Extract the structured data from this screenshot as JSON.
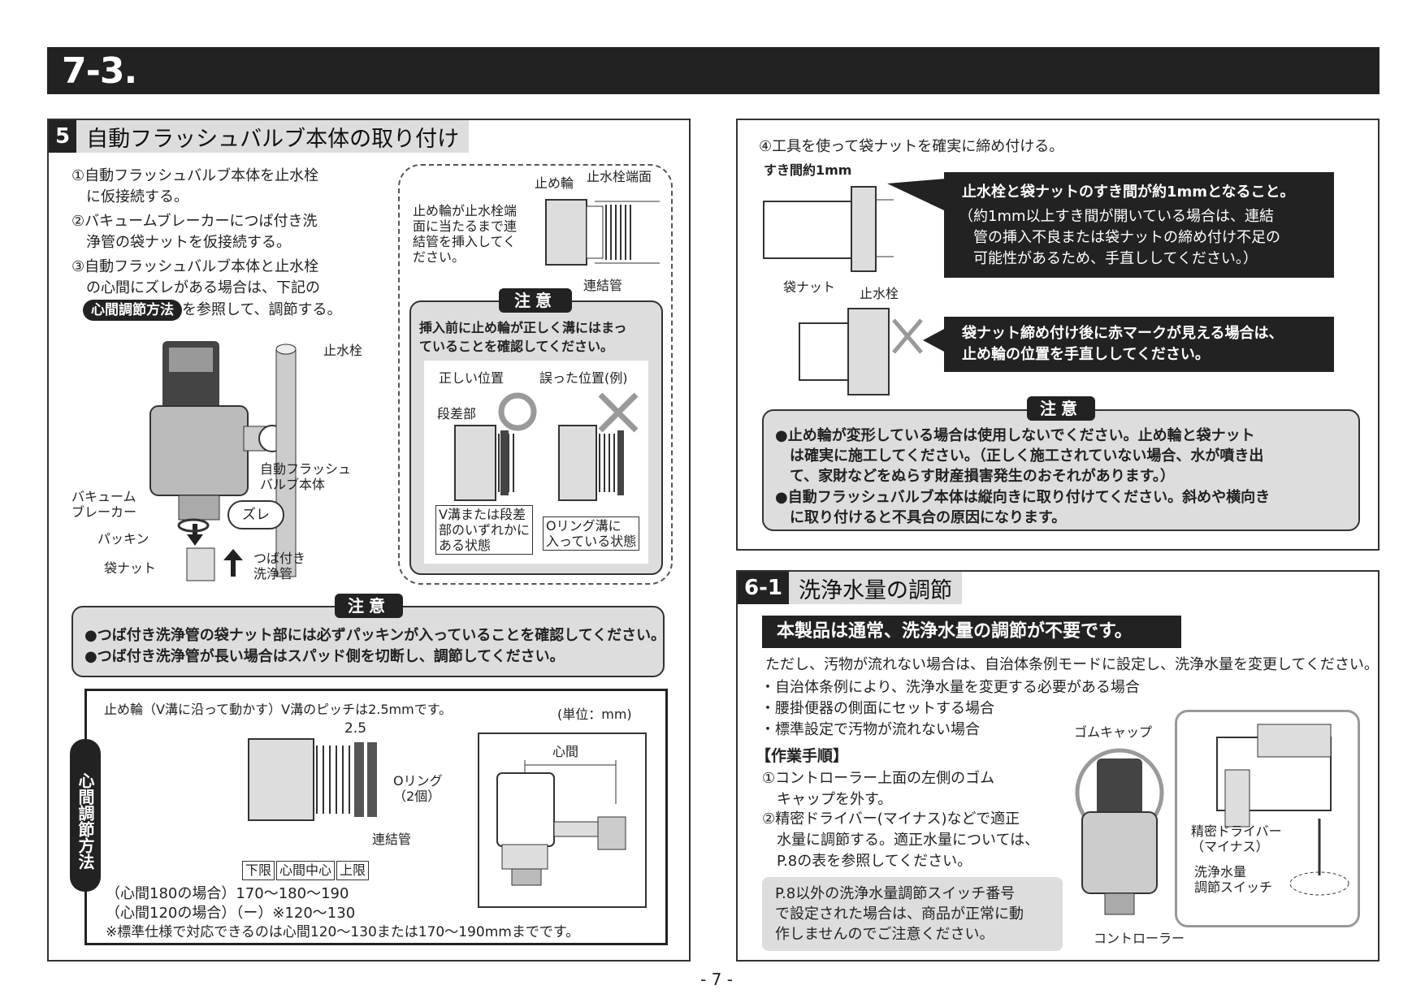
{
  "header": {
    "section": "7-3."
  },
  "left": {
    "title_num": "5",
    "title": "自動フラッシュバルブ本体の取り付け",
    "steps": [
      "①自動フラッシュバルブ本体を止水栓\n　に仮接続する。",
      "②バキュームブレーカーにつば付き洗\n　浄管の袋ナットを仮接続する。",
      "③自動フラッシュバルブ本体と止水栓\n　の心間にズレがある場合は、下記の"
    ],
    "step3_pill": "心間調節方法",
    "step3_tail": "を参照して、調節する。",
    "labels": {
      "stop_valve": "止水栓",
      "valve_body": "自動フラッシュ\nバルブ本体",
      "vacuum_breaker": "バキューム\nブレーカー",
      "zure": "ズレ",
      "packing": "パッキン",
      "bag_nut": "袋ナット",
      "flange_pipe": "つば付き\n洗浄管"
    },
    "detail": {
      "instruction": "止め輪が止水栓端\n面に当たるまで連\n結管を挿入してく\nださい。",
      "stop_ring": "止め輪",
      "valve_end": "止水栓端面",
      "connecting_pipe": "連結管",
      "caution_tag": "注意",
      "caution_text": "挿入前に止め輪が正しく溝にはまっ\nていることを確認してください。",
      "correct": "正しい位置",
      "wrong": "誤った位置(例)",
      "step_part": "段差部",
      "correct_state": "V溝または段差\n部のいずれかに\nある状態",
      "wrong_state": "Oリング溝に\n入っている状態"
    },
    "caution_tag": "注意",
    "caution_lines": [
      "●つば付き洗浄管の袋ナット部には必ずパッキンが入っていることを確認してください。",
      "●つば付き洗浄管が長い場合はスパッド側を切断し、調節してください。"
    ],
    "center_adjust": {
      "side_label": "心間調節方法",
      "top_note": "止め輪（V溝に沿って動かす）V溝のピッチは2.5mmです。",
      "unit": "(単位：mm)",
      "pitch": "2.5",
      "oring": "Oリング\n（2個）",
      "connecting_pipe": "連結管",
      "lower": "下限",
      "center": "心間中心",
      "upper": "上限",
      "row180": "（心間180の場合）170～180～190",
      "row120": "（心間120の場合）（ー）※120～130",
      "note": "※標準仕様で対応できるのは心間120～130または170～190mmまでです。",
      "center_label": "心間"
    }
  },
  "right_top": {
    "step4": "④工具を使って袋ナットを確実に締め付ける。",
    "gap_label": "すき間約1mm",
    "box1_bold": "止水栓と袋ナットのすき間が約1mmとなること。",
    "box1_text": "（約1mm以上すき間が開いている場合は、連結\n　管の挿入不良または袋ナットの締め付け不足の\n　可能性があるため、手直ししてください。）",
    "bag_nut": "袋ナット",
    "stop_valve": "止水栓",
    "box2": "袋ナット締め付け後に赤マークが見える場合は、\n止め輪の位置を手直ししてください。",
    "caution_tag": "注意",
    "caution_lines": [
      "●止め輪が変形している場合は使用しないでください。止め輪と袋ナット\n　は確実に施工してください。（正しく施工されていない場合、水が噴き出\n　て、家財などをぬらす財産損害発生のおそれがあります。）",
      "●自動フラッシュバルブ本体は縦向きに取り付けてください。斜めや横向き\n　に取り付けると不具合の原因になります。"
    ]
  },
  "right_bottom": {
    "title_num": "6-1",
    "title": "洗浄水量の調節",
    "banner": "本製品は通常、洗浄水量の調節が不要です。",
    "intro": "ただし、汚物が流れない場合は、自治体条例モードに設定し、洗浄水量を変更してください。",
    "bullets": [
      "・自治体条例により、洗浄水量を変更する必要がある場合",
      "・腰掛便器の側面にセットする場合",
      "・標準設定で汚物が流れない場合"
    ],
    "procedure_title": "【作業手順】",
    "procedure": [
      "①コントローラー上面の左側のゴム\n　キャップを外す。",
      "②精密ドライバー(マイナス)などで適正\n　水量に調節する。適正水量については、\n　P.8の表を参照してください。"
    ],
    "note": "P.8以外の洗浄水量調節スイッチ番号\nで設定された場合は、商品が正常に動\n作しませんのでご注意ください。",
    "rubber_cap": "ゴムキャップ",
    "controller": "コントローラー",
    "driver": "精密ドライバー\n（マイナス）",
    "switch": "洗浄水量\n調節スイッチ"
  },
  "footer": {
    "page": "- 7 -"
  }
}
